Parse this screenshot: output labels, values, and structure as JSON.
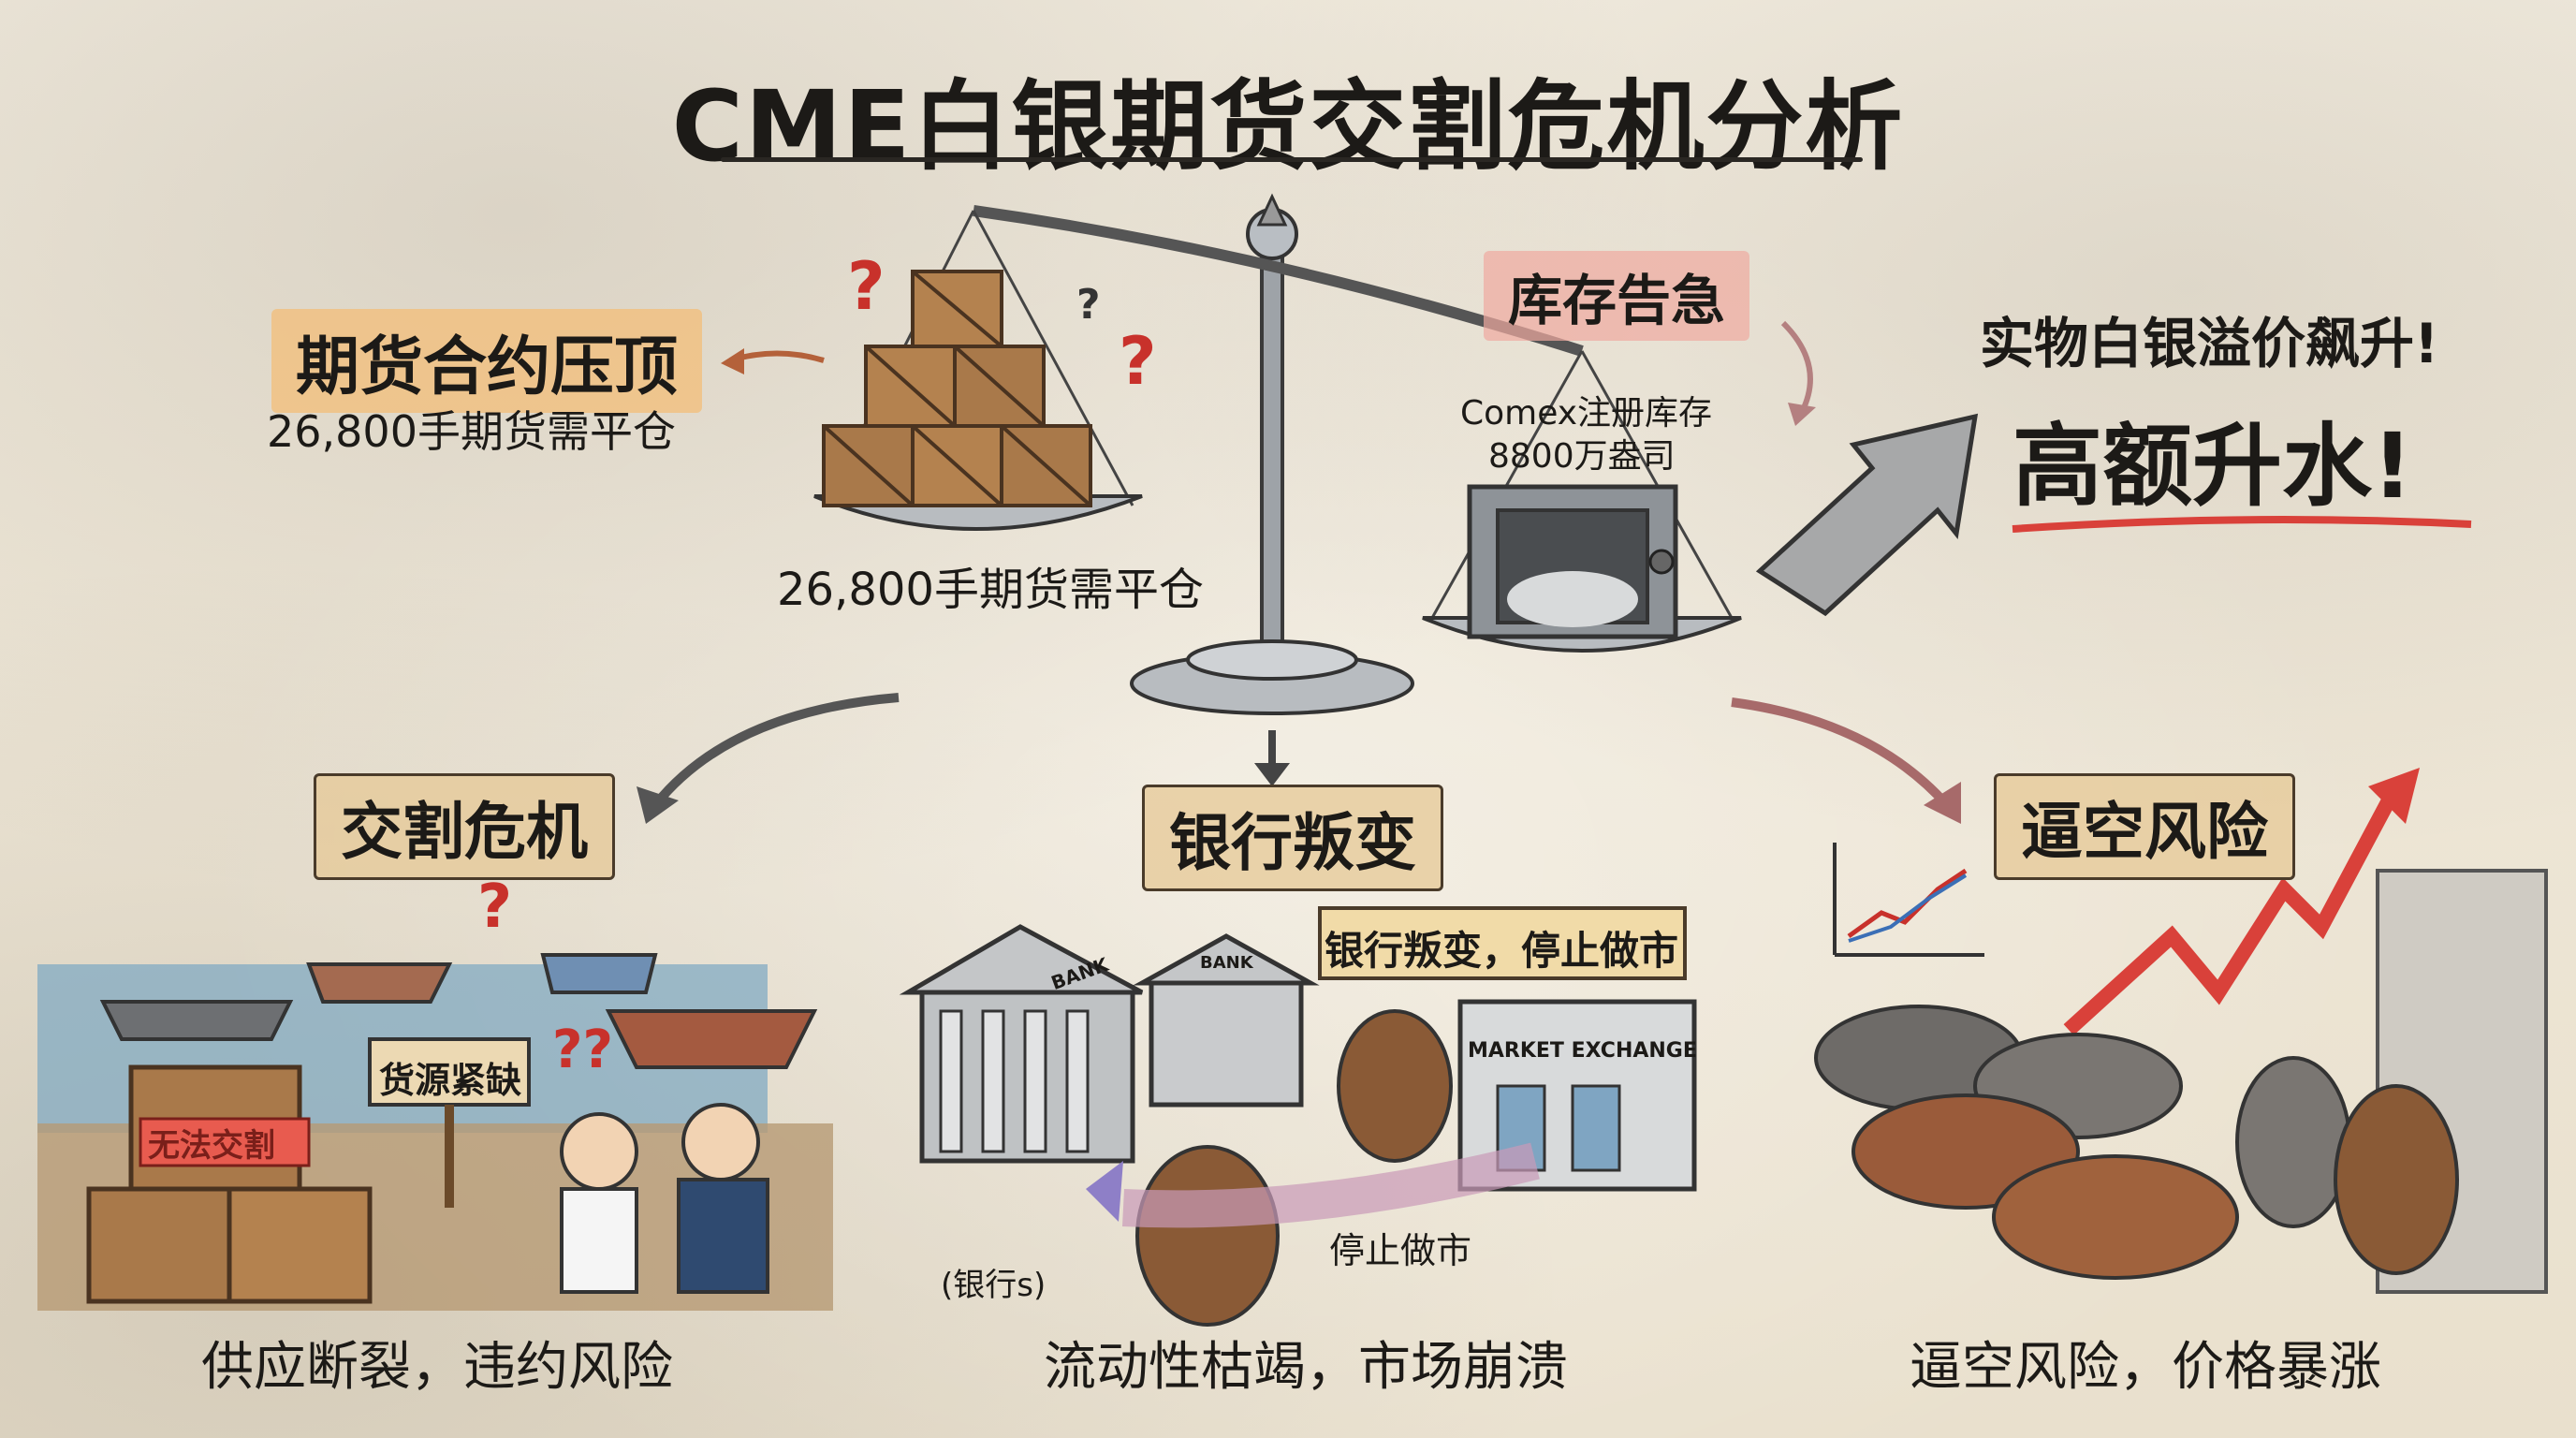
{
  "title": "CME白银期货交割危机分析",
  "left_top": {
    "heading": "期货合约压顶",
    "sub": "26,800手期货需平仓"
  },
  "scale_label": "26,800手期货需平仓",
  "inventory": {
    "heading": "库存告急",
    "line1": "Comex注册库存",
    "line2": "8800万盎司"
  },
  "premium": {
    "line1": "实物白银溢价飙升!",
    "line2": "高额升水!"
  },
  "panels": {
    "delivery": {
      "heading": "交割危机",
      "crate_label": "无法交割",
      "sign_label": "货源紧缺",
      "caption": "供应断裂，违约风险"
    },
    "bank": {
      "heading": "银行叛变",
      "banner": "银行叛变，停止做市",
      "bank_sign1": "BANK",
      "bank_sign2": "BANK",
      "exchange_sign": "MARKET EXCHANGE",
      "arrow_label": "停止做市",
      "side_label": "(银行s)",
      "caption": "流动性枯竭，市场崩溃"
    },
    "squeeze": {
      "heading": "逼空风险",
      "caption": "逼空风险，价格暴涨"
    }
  },
  "colors": {
    "ink": "#1c1a17",
    "crate": "#a9794a",
    "red_arrow": "#d9413a",
    "silver": "#b8bcc0"
  }
}
